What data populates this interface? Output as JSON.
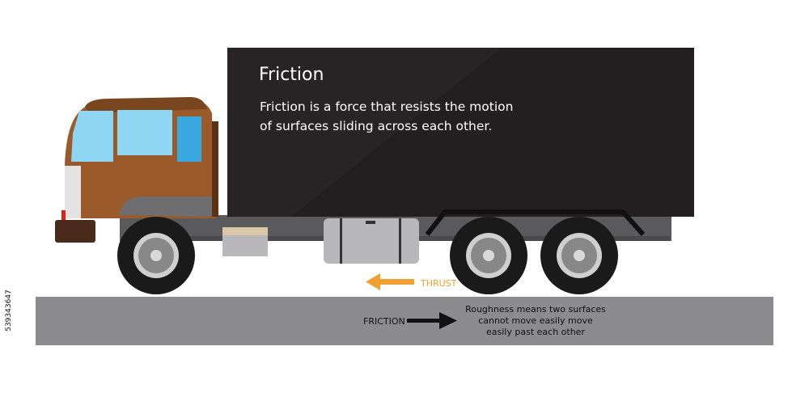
{
  "info": {
    "title": "Friction",
    "description": "Friction is a force that resists the motion of surfaces sliding across each other."
  },
  "labels": {
    "thrust": "THRUST",
    "friction": "FRICTION",
    "roughness": "Roughness means two surfaces cannot move easily move easily past each other"
  },
  "watermark": {
    "side_id": "539343647"
  },
  "colors": {
    "cargo_box": "#231f20",
    "cab": "#9a5a2a",
    "window": "#8fd6f5",
    "ground": "#8c8c8e",
    "thrust_arrow": "#f0a030",
    "friction_arrow": "#111111"
  }
}
